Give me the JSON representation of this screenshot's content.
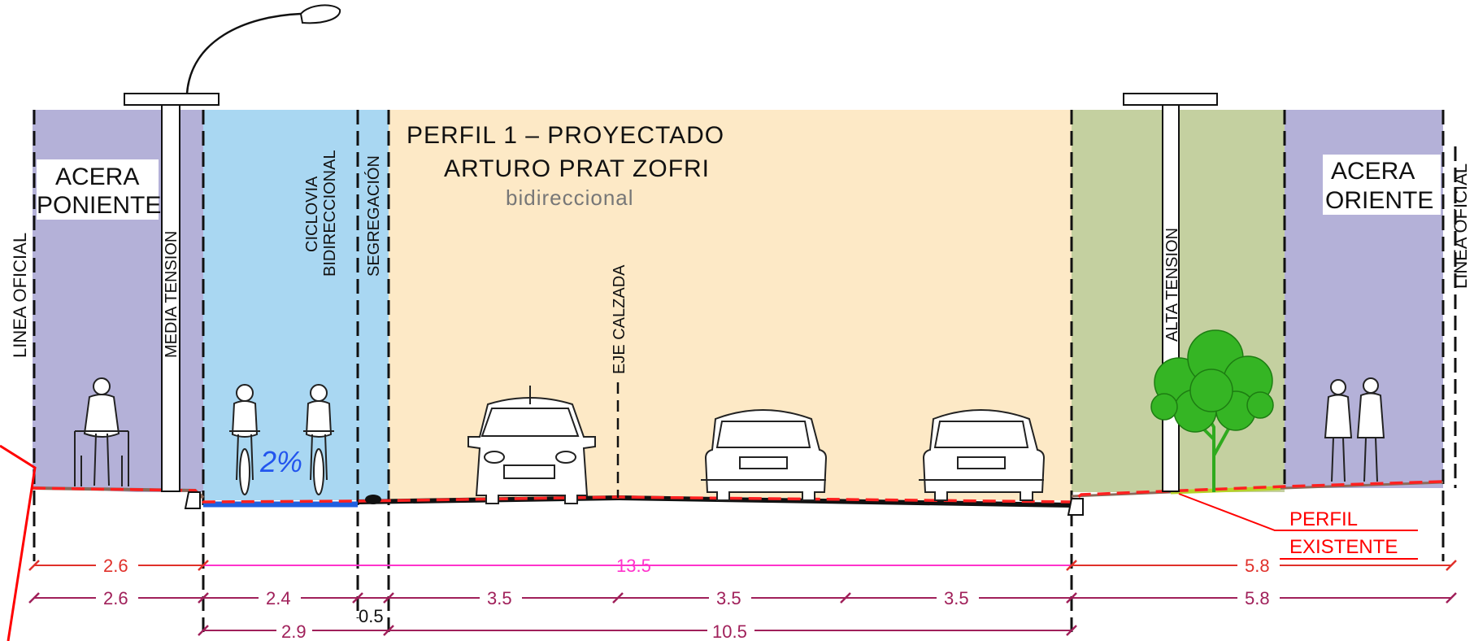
{
  "colors": {
    "acera": "#b4b1d8",
    "ciclovia": "#a9d7f2",
    "calzada": "#fde9c6",
    "bandejon": "#c4d0a0",
    "perfil_existente": "#ff0000",
    "dim_red": "#d4282a",
    "dim_magenta": "#ff33cc",
    "dim_maroon": "#a0205a",
    "slope_blue": "#2255ee",
    "tree": "#2faa1e"
  },
  "title": {
    "line1": "PERFIL 1 – PROYECTADO",
    "line2": "ARTURO PRAT ZOFRI",
    "line3": "bidireccional"
  },
  "labels": {
    "acera_poniente_1": "ACERA",
    "acera_poniente_2": "PONIENTE",
    "acera_oriente_1": "ACERA",
    "acera_oriente_2": "ORIENTE",
    "linea_oficial_left": "LINEA OFICIAL",
    "linea_oficial_right": "LINEA OFICIAL",
    "media_tension": "MEDIA TENSION",
    "alta_tension": "ALTA TENSION",
    "ciclovia_1": "CICLOVIA",
    "ciclovia_2": "BIDIRECCIONAL",
    "segregacion": "SEGREGACIÓN",
    "eje_calzada": "EJE CALZADA",
    "slope": "2%",
    "perfil_existente_1": "PERFIL",
    "perfil_existente_2": "EXISTENTE"
  },
  "dimensions": {
    "row1": [
      "2.6",
      "13.5",
      "5.8"
    ],
    "row2": [
      "2.6",
      "2.4",
      "3.5",
      "3.5",
      "3.5",
      "5.8"
    ],
    "row2_small": "0.5",
    "row3": [
      "2.9",
      "10.5"
    ]
  }
}
